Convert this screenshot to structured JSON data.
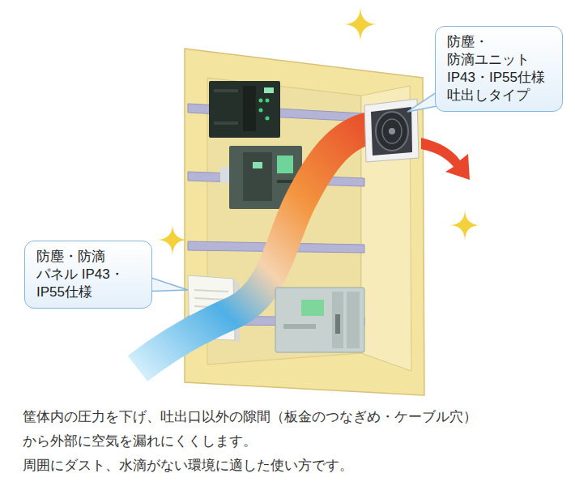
{
  "diagram": {
    "caption": "筐体内の圧力を下げ、吐出口以外の隙間（板金のつなぎめ・ケーブル穴） から外部に空気を漏れにくくします。",
    "nodes": [
      {
        "text": [
          "防塵・ 防滴ユニット IP43・IP55仕様 吐出しタイプ"
        ]
      },
      {
        "text": [
          "防塵・防滴 パネル IP43・IP55仕様"
        ]
      }
    ],
    "labels": [
      "周囲にダスト、水滴がない環境に適した使い方です。"
    ]
  }
}
